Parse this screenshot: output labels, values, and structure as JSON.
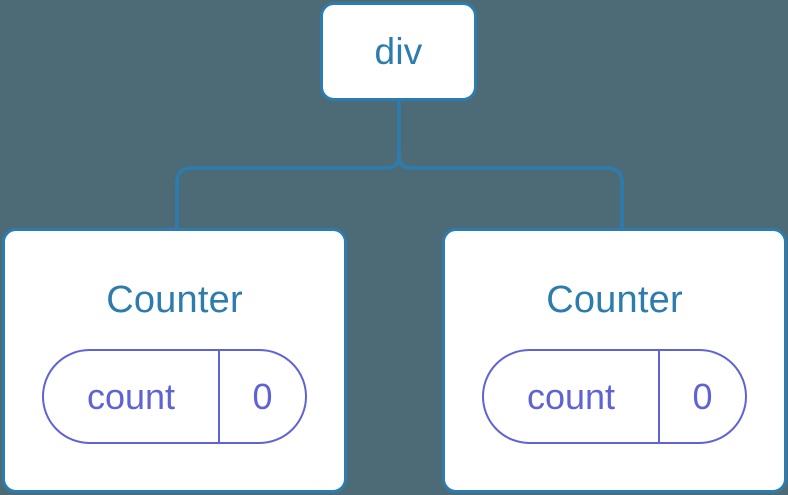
{
  "diagram": {
    "type": "component-tree",
    "background_color": "#4c6b76",
    "node_border_color": "#2c7cb0",
    "node_fill_color": "#ffffff",
    "node_text_color": "#2d7cae",
    "state_pill_color": "#5f63d4",
    "edge_color": "#2c7cb0",
    "root": {
      "label": "div"
    },
    "children": [
      {
        "label": "Counter",
        "state": {
          "key": "count",
          "value": "0"
        }
      },
      {
        "label": "Counter",
        "state": {
          "key": "count",
          "value": "0"
        }
      }
    ]
  }
}
